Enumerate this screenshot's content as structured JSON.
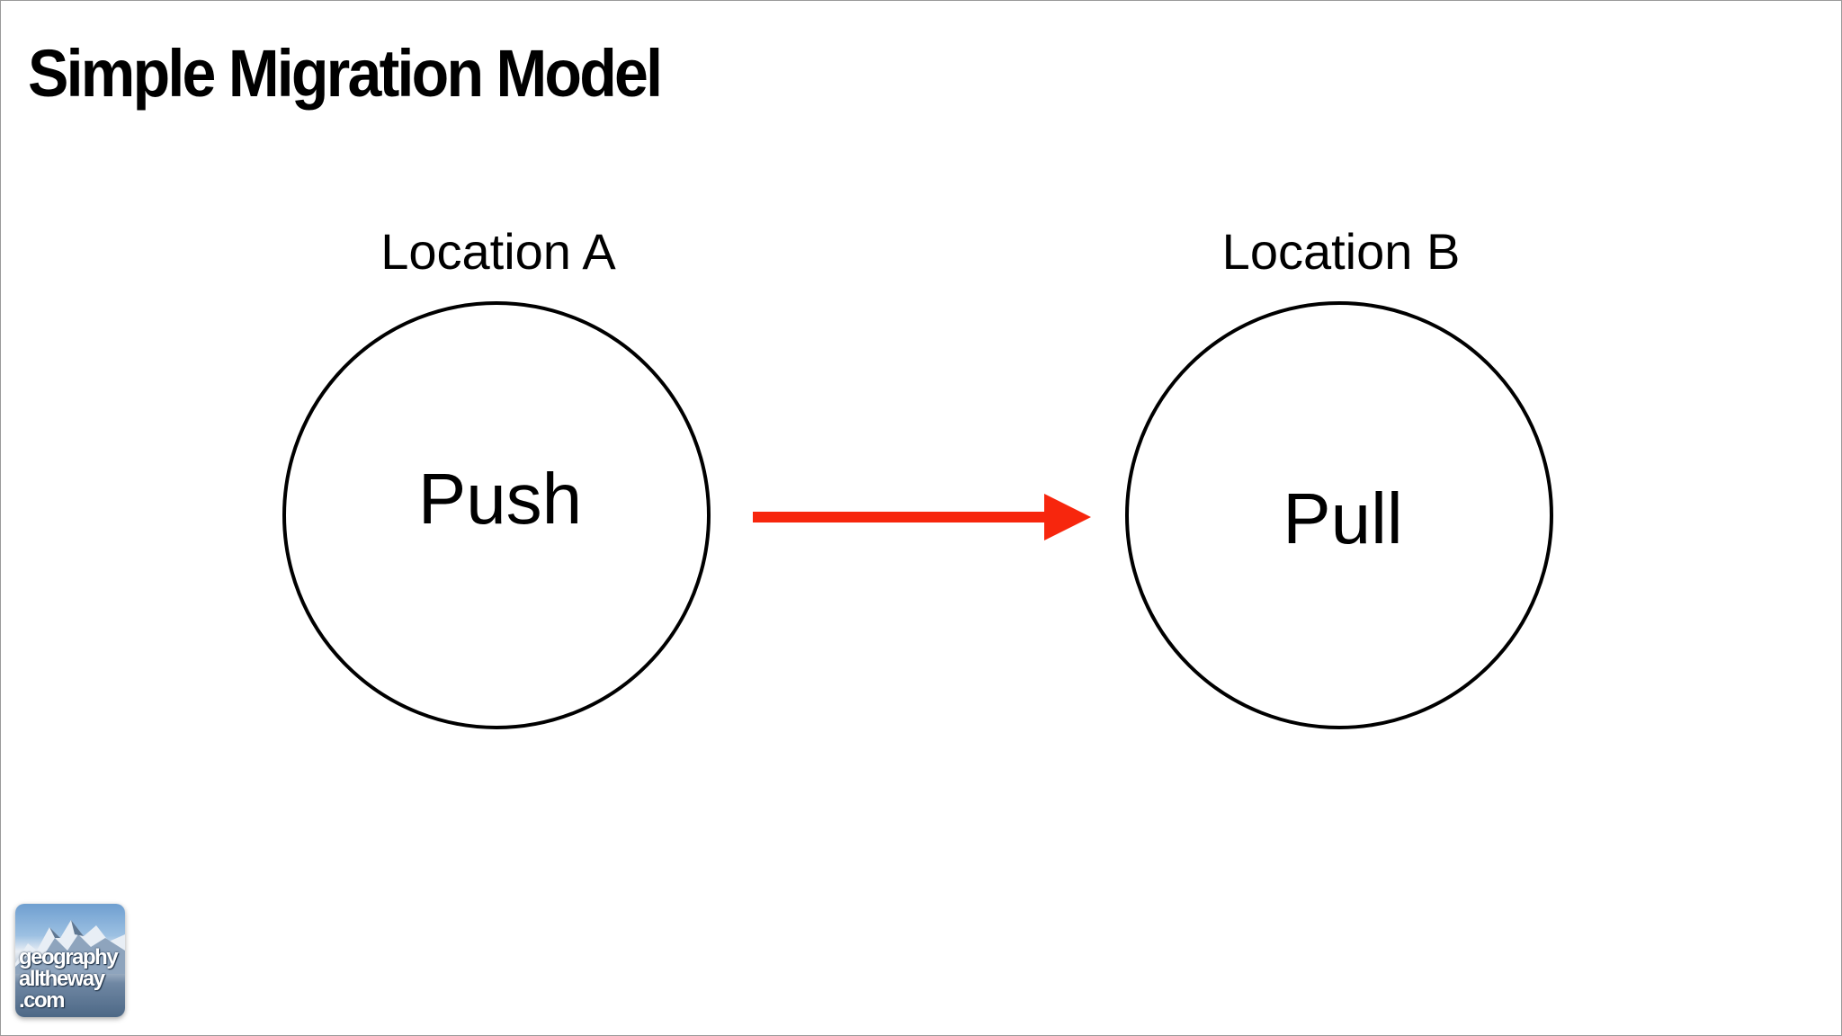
{
  "slide": {
    "title": "Simple Migration Model"
  },
  "diagram": {
    "locations": [
      {
        "label": "Location A",
        "circle_text": "Push"
      },
      {
        "label": "Location B",
        "circle_text": "Pull"
      }
    ],
    "arrow": {
      "from": "Location A",
      "to": "Location B",
      "color": "#f7260d"
    }
  },
  "logo": {
    "icon": "mountain-logo-icon",
    "lines": [
      "geography",
      "alltheway",
      ".com"
    ]
  },
  "colors": {
    "background": "#ffffff",
    "text": "#000000",
    "arrow": "#f7260d"
  }
}
